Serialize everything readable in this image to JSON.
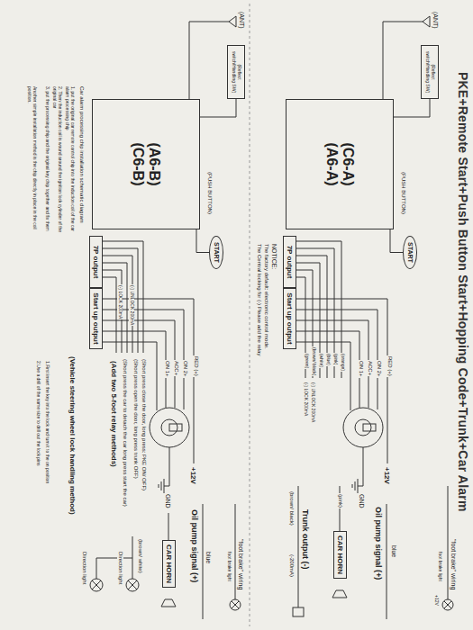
{
  "diagram": {
    "title": "PKE+Remote Start+Push Button Start+Hopping Code+Trunk+Car Alarm",
    "nodes": [
      {
        "text": [
          "(Reflect switch/Handling SW)"
        ]
      },
      {
        "text": [
          "(C6-A)",
          "(A6-A)"
        ]
      },
      {
        "text": [
          "START"
        ]
      },
      {
        "text": [
          "7P output"
        ]
      },
      {
        "text": [
          "Start up output"
        ]
      },
      {
        "text": [
          "CAR HORN"
        ]
      },
      {
        "text": [
          "(Reflect switch/Handling SW)"
        ]
      },
      {
        "text": [
          "(A6-B)",
          "(C6-B)"
        ]
      },
      {
        "text": [
          "START"
        ]
      },
      {
        "text": [
          "7P output"
        ]
      },
      {
        "text": [
          "Start up output"
        ]
      },
      {
        "text": [
          "CAR HORN"
        ]
      }
    ],
    "edges": [
      {
        "from": 2,
        "to": 1,
        "arrow": "none"
      },
      {
        "from": 0,
        "to": 1,
        "arrow": "none"
      },
      {
        "from": 8,
        "to": 7,
        "arrow": "none"
      },
      {
        "from": 6,
        "to": 7,
        "arrow": "none"
      }
    ],
    "labels": [
      "(ANT)",
      "(PUSH BUTTON)",
      "RED (+)",
      "ON 2+",
      "ACC+",
      "ON 1+",
      "+12V",
      "GND",
      "(orange)",
      "(pink)",
      "(blue)",
      "(white)",
      "(brown/ black)",
      "(green)",
      "(-) UNLOCK 200mA",
      "(-) LOCK 200mA",
      "NOTICE:",
      "The factory default: electronic control mode.",
      "The Central locking for (-) Please add the relay",
      "\"foot brake\" wiring",
      "foot brake light",
      "+12V",
      "blue",
      "Oil pump signal (+)",
      "(pink)",
      "Trunk output (-)",
      "(brown/ black)",
      "(-200mA)",
      "(ANT)",
      "(PUSH BUTTON)",
      "RED (+)",
      "ON 2+",
      "ACC+",
      "ON 1+",
      "+12V",
      "GND",
      "(-) UNLOCK 200mA",
      "(-) LOCK 200mA",
      "(Short press close the door, long press: PKE ON/ OFF)",
      "(Short press open the door, long press trunk OFF)",
      "(Short press the car to detach the car long press start the car)",
      "(Add two 5-foot relay methods)",
      "(Vehicle steering wheel lock handling method)",
      "\"foot brake\" wiring",
      "foot brake light",
      "blue",
      "Oil pump signal (+)",
      "(brown/ white)",
      "Direction light",
      "Direction light",
      "Car alarm processing chip installation schematic diagram",
      "1. put the original car remote control chip into the induction coil of the car alarm processing chip",
      "2. Then the induction coil is wound around the ignition lock cylinder of the original car",
      "3. put the processing chip and the original key chip together and fix them",
      "Another simple installation method is the chip directly in place in the coil position.",
      "1.First insert the key into the lock and turn it to the on position",
      "2.Use a drill of the same size to drill out the lock pins"
    ]
  }
}
